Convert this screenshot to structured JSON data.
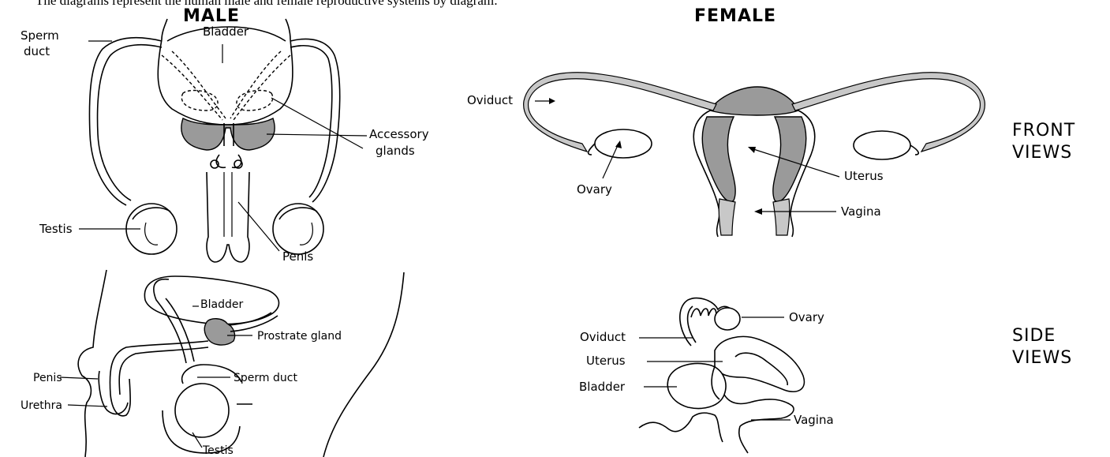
{
  "caption": "The diagrams represent the human male and female reproductive systems by diagram:",
  "headings": {
    "male": "MALE",
    "female": "FEMALE"
  },
  "row_labels": {
    "front_line1": "FRONT",
    "front_line2": "VIEWS",
    "side_line1": "SIDE",
    "side_line2": "VIEWS"
  },
  "male_front": {
    "bladder": "Bladder",
    "sperm_duct_line1": "Sperm",
    "sperm_duct_line2": "duct",
    "accessory_line1": "Accessory",
    "accessory_line2": "glands",
    "testis": "Testis",
    "penis": "Penis"
  },
  "male_side": {
    "bladder": "Bladder",
    "prostrate": "Prostrate gland",
    "penis": "Penis",
    "sperm_duct": "Sperm duct",
    "urethra": "Urethra",
    "testis": "Testis"
  },
  "female_front": {
    "oviduct": "Oviduct",
    "ovary": "Ovary",
    "uterus": "Uterus",
    "vagina": "Vagina"
  },
  "female_side": {
    "ovary": "Ovary",
    "oviduct": "Oviduct",
    "uterus": "Uterus",
    "bladder": "Bladder",
    "vagina": "Vagina"
  }
}
